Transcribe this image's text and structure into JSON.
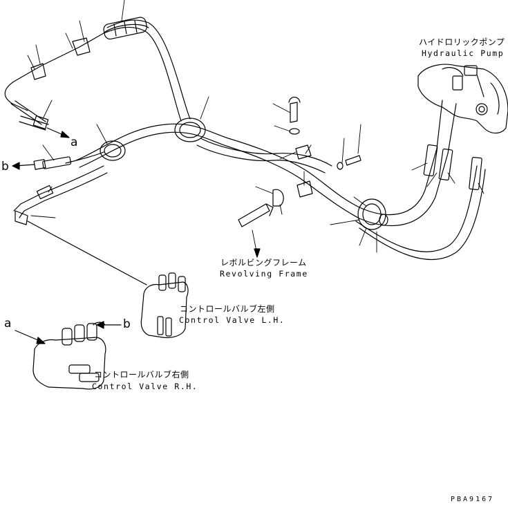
{
  "labels": {
    "hydraulic_pump_jp": "ハイドロリックポンプ",
    "hydraulic_pump_en": "Hydraulic Pump",
    "revolving_frame_jp": "レボルビングフレーム",
    "revolving_frame_en": "Revolving Frame",
    "control_valve_lh_jp": "コントロールバルブ左側",
    "control_valve_lh_en": "Control Valve L.H.",
    "control_valve_rh_jp": "コントロールバルブ右側",
    "control_valve_rh_en": "Control Valve R.H."
  },
  "refs": {
    "a_top": "a",
    "b_top": "b",
    "a_bottom": "a",
    "b_bottom": "b"
  },
  "drawing_code": "PBA9167",
  "colors": {
    "line": "#000000",
    "background": "#ffffff"
  }
}
